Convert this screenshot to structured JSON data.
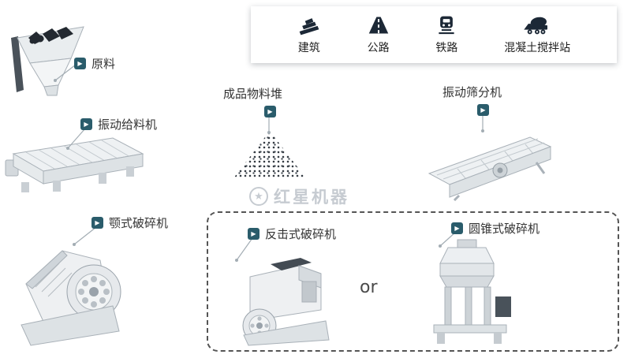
{
  "diagram": {
    "watermark": "红星机器",
    "or_label": "or"
  },
  "applications": {
    "items": [
      {
        "label": "建筑",
        "icon": "building-icon"
      },
      {
        "label": "公路",
        "icon": "highway-icon"
      },
      {
        "label": "铁路",
        "icon": "railway-icon"
      },
      {
        "label": "混凝土搅拌站",
        "icon": "concrete-mixing-plant-icon"
      }
    ]
  },
  "labels": {
    "raw_material": "原料",
    "vibrating_feeder": "振动给料机",
    "jaw_crusher": "颚式破碎机",
    "finished_pile": "成品物料堆",
    "vibrating_screen": "振动筛分机",
    "impact_crusher": "反击式破碎机",
    "cone_crusher": "圆锥式破碎机"
  },
  "glyphs": {
    "marker": "▶",
    "watermark_star": "★"
  },
  "colors": {
    "marker_bg": "#2a5c6b",
    "icon_dark": "#1c2836",
    "connector_gray": "#a3adb4",
    "label_text": "#333333",
    "machine_outline": "#a9b1b8"
  }
}
